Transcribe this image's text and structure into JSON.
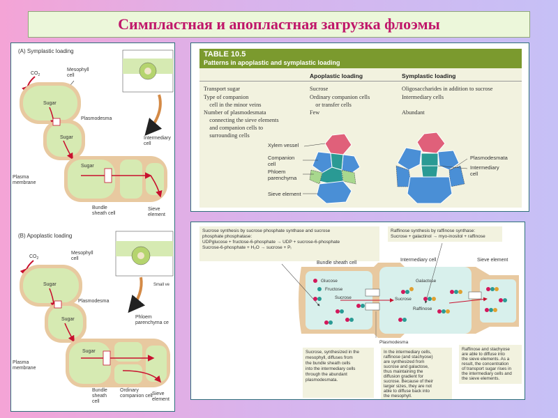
{
  "title": "Симпластная и апопластная загрузка флоэмы",
  "left_panel": {
    "a": {
      "heading": "(A)  Symplastic loading",
      "co2": "CO",
      "co2_sub": "2",
      "mesophyll": [
        "Mesophyll",
        "cell"
      ],
      "sugar": "Sugar",
      "plasmodesma": "Plasmodesma",
      "intermediary": [
        "Intermediary",
        "cell"
      ],
      "plasma": [
        "Plasma",
        "membrane"
      ],
      "bundle": [
        "Bundle",
        "sheath cell"
      ],
      "sieve": [
        "Sieve",
        "element"
      ]
    },
    "b": {
      "heading": "(B)  Apoplastic loading",
      "co2": "CO",
      "co2_sub": "2",
      "mesophyll": [
        "Mesophyll",
        "cell"
      ],
      "sugar": "Sugar",
      "plasmodesma": "Plasmodesma",
      "small": "Small ve",
      "phloem": [
        "Phloem",
        "parenchyma ce"
      ],
      "plasma": [
        "Plasma",
        "membrane"
      ],
      "bundle": [
        "Bundle",
        "sheath",
        "cell"
      ],
      "companion": [
        "Ordinary",
        "companion cell"
      ],
      "sieve": [
        "Sieve",
        "element"
      ]
    }
  },
  "table": {
    "number": "TABLE 10.5",
    "caption": "Patterns in apoplastic and symplastic loading",
    "col_apoplastic": "Apoplastic loading",
    "col_symplastic": "Symplastic loading",
    "rows": [
      {
        "label": "Transport sugar",
        "apo": "Sucrose",
        "sym": "Oligosaccharides in addition to sucrose"
      },
      {
        "label": "Type of companion\n    cell in the minor veins",
        "apo": "Ordinary companion cells\n    or transfer cells",
        "sym": "Intermediary cells"
      },
      {
        "label": "Number of plasmodesmata\n    connecting the sieve elements\n    and companion cells to\n    surrounding cells",
        "apo": "Few",
        "sym": "Abundant"
      }
    ],
    "labels_left": [
      "Xylem vessel",
      "Companion\ncell",
      "Phloem\nparenchyma",
      "Sieve element"
    ],
    "labels_right": [
      "Plasmodesmata",
      "Intermediary\ncell"
    ]
  },
  "synthesis": {
    "sucrose_box": "Sucrose synthesis by sucrose phosphate synthase and sucrose\nphosphate phosphatase:\nUDPglucose + fructose-6-phosphate → UDP + sucrose-6-phosphate\nSucrose-6-phosphate + H₂O → sucrose + Pᵢ",
    "raffinose_box": "Raffinose synthesis by raffinose synthase:\nSucrose + galactinol → myo-inositol + raffinose",
    "bundle_cell": "Bundle sheath cell",
    "intermediary_cell": "Intermediary cell",
    "sieve_element": "Sieve element",
    "glucose": "Glucose",
    "fructose": "Fructose",
    "sucrose": "Sucrose",
    "galactose": "Galactose",
    "sucrose2": "Sucrose",
    "raffinose": "Raffinose",
    "plasmodesma": "Plasmodesma",
    "note1": "Sucrose, synthesized in the\nmesophyll, diffuses from\nthe bundle sheath cells\ninto the intermediary cells\nthrough the abundant\nplasmodesmata.",
    "note2": "In the intermediary cells,\nraffinose (and stachyose)\nare synthesized from\nsucrose and galactose,\nthus maintaining the\ndiffusion gradient for\nsucrose. Because of their\nlarger sizes, they are not\nable to diffuse back into\nthe mesophyll.",
    "note3": "Raffinose and stachyose\nare able to diffuse into\nthe sieve elements. As a\nresult, the concentration\nof transport sugar rises in\nthe intermediary cells and\nthe sieve elements."
  },
  "colors": {
    "cell_fill": "#d6eab2",
    "wall": "#e8c9a0",
    "arrow": "#c8102e",
    "accent_title": "#c0176a"
  }
}
